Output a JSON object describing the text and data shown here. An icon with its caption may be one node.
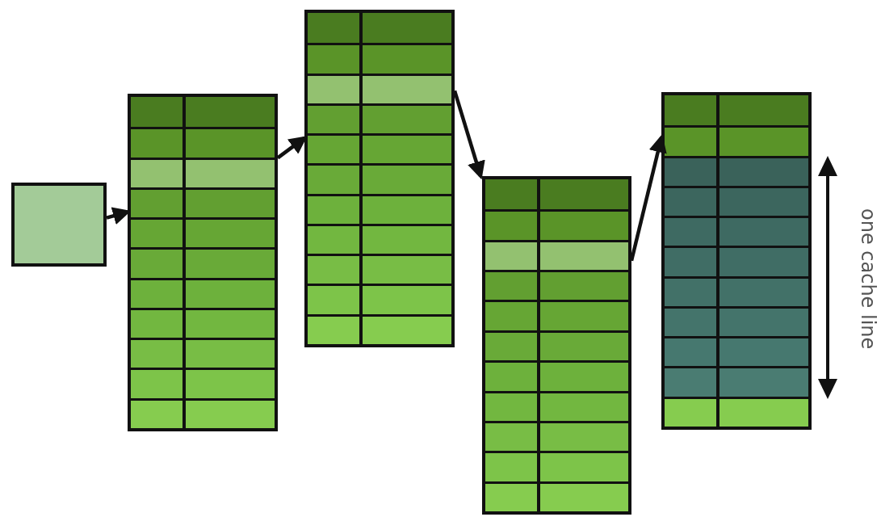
{
  "diagram": {
    "nodes": [
      {
        "text": [],
        "shape": "box"
      },
      {
        "text": [],
        "shape": "box"
      },
      {
        "text": [],
        "shape": "box"
      },
      {
        "text": [],
        "shape": "box"
      },
      {
        "text": [],
        "shape": "box"
      }
    ],
    "edges": [
      {
        "from": 0,
        "to": 1,
        "arrow": "to"
      },
      {
        "from": 1,
        "to": 2,
        "arrow": "to"
      },
      {
        "from": 2,
        "to": 3,
        "arrow": "to"
      },
      {
        "from": 3,
        "to": 4,
        "arrow": "to"
      }
    ],
    "labels": [
      "one cache line"
    ]
  }
}
